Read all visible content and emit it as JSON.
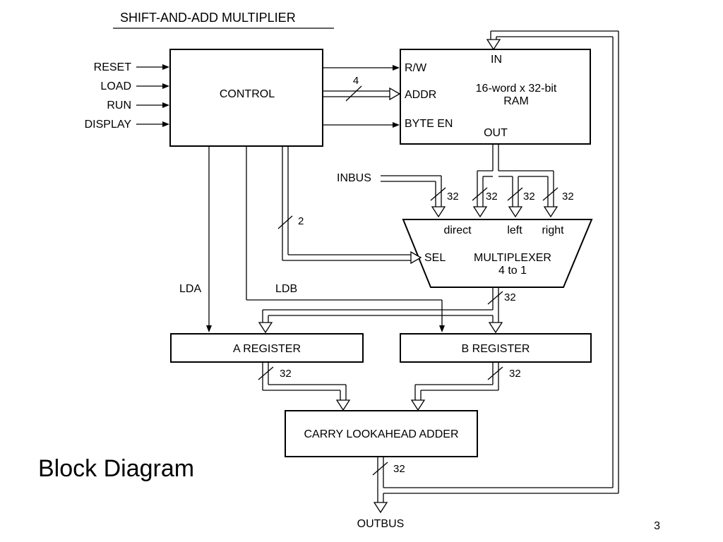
{
  "diagram": {
    "title": "SHIFT-AND-ADD MULTIPLIER",
    "inputs": [
      "RESET",
      "LOAD",
      "RUN",
      "DISPLAY"
    ],
    "control": {
      "label": "CONTROL"
    },
    "ram": {
      "in_label": "IN",
      "out_label": "OUT",
      "rw_label": "R/W",
      "addr_label": "ADDR",
      "byte_en_label": "BYTE EN",
      "line1": "16-word x 32-bit",
      "line2": "RAM"
    },
    "addr_width": "4",
    "sel_width": "2",
    "inbus_label": "INBUS",
    "mux": {
      "direct": "direct",
      "left": "left",
      "right": "right",
      "sel": "SEL",
      "line1": "MULTIPLEXER",
      "line2": "4 to 1"
    },
    "bus_width": "32",
    "lda_label": "LDA",
    "ldb_label": "LDB",
    "a_register": "A REGISTER",
    "b_register": "B REGISTER",
    "adder": "CARRY LOOKAHEAD ADDER",
    "outbus_label": "OUTBUS"
  },
  "slide": {
    "heading": "Block Diagram",
    "page_number": "3"
  }
}
